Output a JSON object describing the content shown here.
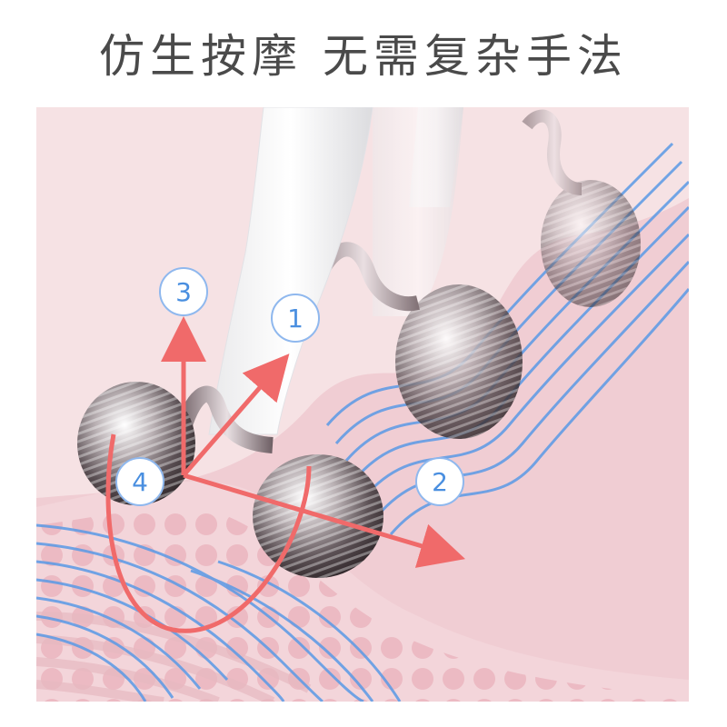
{
  "headline": "仿生按摩 无需复杂手法",
  "steps": [
    {
      "number": "1"
    },
    {
      "number": "2"
    },
    {
      "number": "3"
    },
    {
      "number": "4"
    }
  ],
  "colors": {
    "background_skin": "#f6e2e4",
    "tissue_layer": "#f0c8cf",
    "dots": "#e8a4b0",
    "flow_lines": "#5a9ae6",
    "arrows": "#f06a6a",
    "roller_metal": "#6b5e62",
    "handle": "#fafafa",
    "step_circle_border": "#8fb8ee",
    "step_text": "#4a8fe0"
  },
  "icons": [
    "face-roller-icon",
    "direction-arrow-icon",
    "step-number-badge"
  ]
}
